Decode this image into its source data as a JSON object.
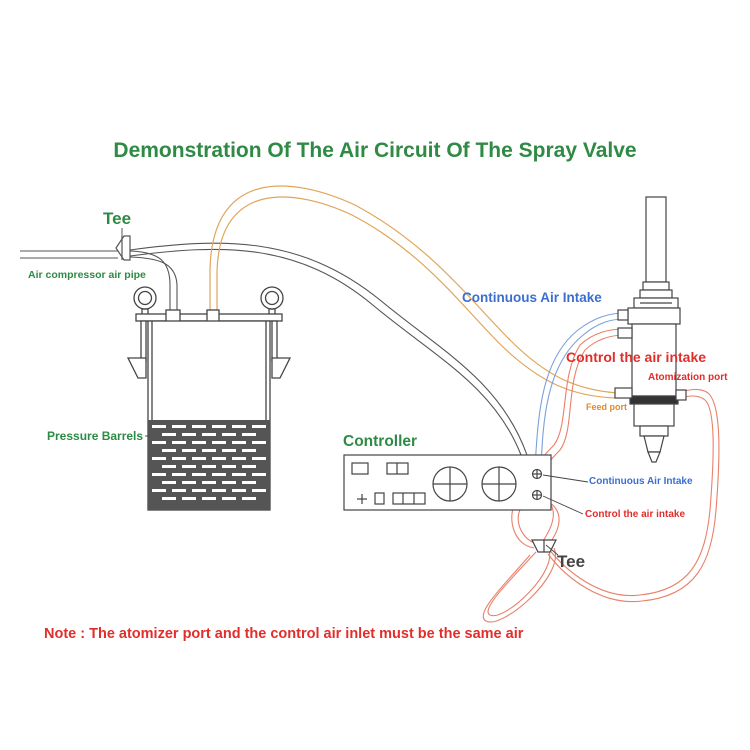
{
  "diagram": {
    "title": "Demonstration Of The Air Circuit Of The Spray Valve",
    "labels": {
      "tee_top": "Tee",
      "air_compressor_pipe": "Air compressor air pipe",
      "pressure_barrels": "Pressure Barrels",
      "controller": "Controller",
      "continuous_air_intake_valve": "Continuous Air Intake",
      "control_air_intake_valve": "Control the air intake",
      "atomization_port": "Atomization port",
      "feed_port": "Feed port",
      "continuous_air_intake_controller": "Continuous Air Intake",
      "control_air_intake_controller": "Control the air intake",
      "tee_bottom": "Tee"
    },
    "note": "Note : The atomizer port and the control air inlet must be the same air",
    "colors": {
      "title_green": "#2f8a45",
      "blue": "#3a6fd0",
      "red": "#e12e2a",
      "orange": "#e08a2f",
      "line_gray": "#555555"
    }
  }
}
